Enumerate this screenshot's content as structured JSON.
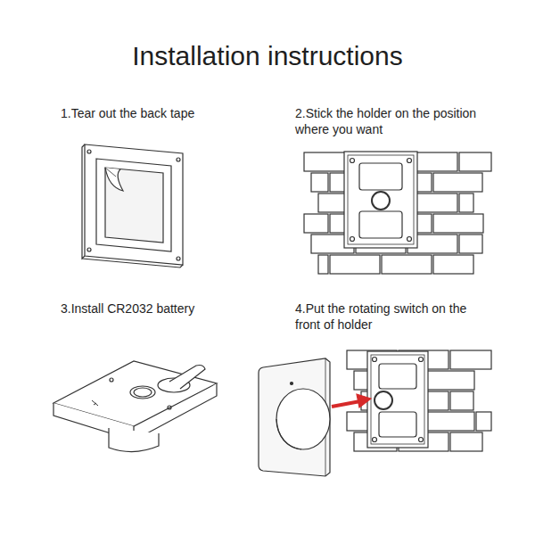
{
  "diagram": {
    "title": "Installation instructions",
    "labels": [
      "1.Tear out the back tape",
      "2.Stick the holder on the position where you want",
      "3.Install CR2032 battery",
      "4.Put the rotating switch on the front of holder"
    ]
  }
}
